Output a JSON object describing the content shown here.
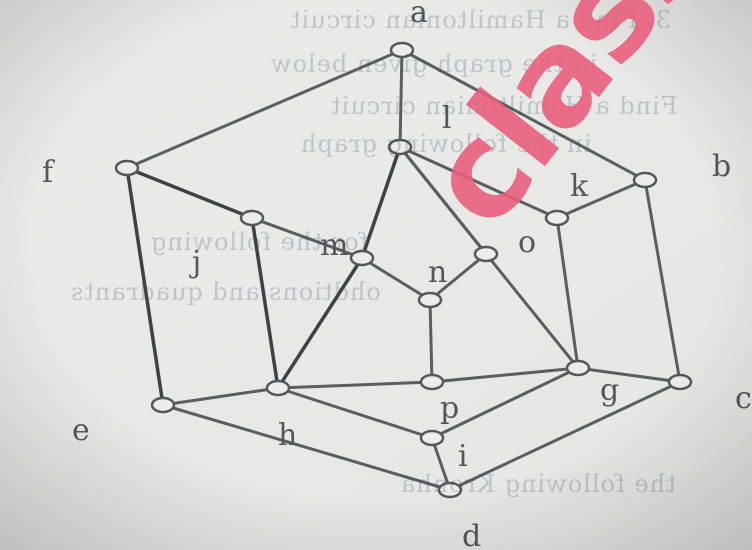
{
  "background_text": [
    "3. Find a Hamiltonian circuit",
    "in the graph given below",
    "Find a Hamiltonian circuit",
    "in the following graph",
    "for the following",
    "ohdtions and quadrants",
    "the following Kronha"
  ],
  "graph": {
    "vertices": [
      {
        "id": "a",
        "label": "a"
      },
      {
        "id": "b",
        "label": "b"
      },
      {
        "id": "c",
        "label": "c"
      },
      {
        "id": "d",
        "label": "d"
      },
      {
        "id": "e",
        "label": "e"
      },
      {
        "id": "f",
        "label": "f"
      },
      {
        "id": "g",
        "label": "g"
      },
      {
        "id": "h",
        "label": "h"
      },
      {
        "id": "i",
        "label": "i"
      },
      {
        "id": "j",
        "label": "j"
      },
      {
        "id": "k",
        "label": "k"
      },
      {
        "id": "l",
        "label": "l"
      },
      {
        "id": "m",
        "label": "m"
      },
      {
        "id": "n",
        "label": "n"
      },
      {
        "id": "o",
        "label": "o"
      },
      {
        "id": "p",
        "label": "p"
      }
    ],
    "edges": [
      [
        "a",
        "b"
      ],
      [
        "b",
        "c"
      ],
      [
        "c",
        "d"
      ],
      [
        "d",
        "e"
      ],
      [
        "e",
        "f"
      ],
      [
        "f",
        "a"
      ],
      [
        "a",
        "l"
      ],
      [
        "l",
        "k"
      ],
      [
        "l",
        "m"
      ],
      [
        "l",
        "o"
      ],
      [
        "k",
        "b"
      ],
      [
        "f",
        "j"
      ],
      [
        "j",
        "m"
      ],
      [
        "j",
        "h"
      ],
      [
        "e",
        "h"
      ],
      [
        "h",
        "m"
      ],
      [
        "h",
        "p"
      ],
      [
        "h",
        "i"
      ],
      [
        "m",
        "n"
      ],
      [
        "n",
        "o"
      ],
      [
        "n",
        "p"
      ],
      [
        "k",
        "g"
      ],
      [
        "l",
        "g"
      ],
      [
        "p",
        "g"
      ],
      [
        "i",
        "g"
      ],
      [
        "g",
        "c"
      ],
      [
        "i",
        "d"
      ]
    ]
  },
  "watermark": "class.c",
  "colors": {
    "paper": "#e6e7e5",
    "ink": "#55585b",
    "watermark": "#ea5d7d"
  }
}
